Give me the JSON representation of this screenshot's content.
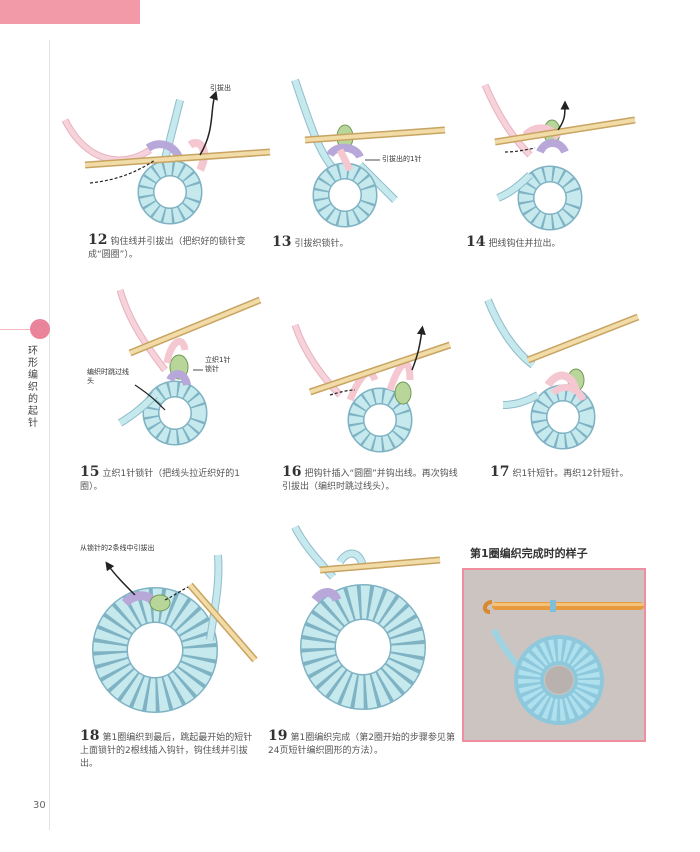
{
  "side_title": "环形编织的起针",
  "page_number": "30",
  "steps": [
    {
      "num": "12",
      "text": "钩住线并引拔出（把织好的锁针变成“圆圈”）。"
    },
    {
      "num": "13",
      "text": "引拔织锁针。"
    },
    {
      "num": "14",
      "text": "把线钩住并拉出。"
    },
    {
      "num": "15",
      "text": "立织1针锁针（把线头拉近织好的1圈）。"
    },
    {
      "num": "16",
      "text": "把钩针插入“圆圈”并钩出线。再次钩线引拔出（编织时跳过线头）。"
    },
    {
      "num": "17",
      "text": "织1针短针。再织12针短针。"
    },
    {
      "num": "18",
      "text": "第1圈编织到最后，跳起最开始的短针上面锁针的2根线插入钩针，钩住线并引拔出。"
    },
    {
      "num": "19",
      "text": "第1圈编织完成（第2圈开始的步骤参见第24页短针编织圆形的方法）。"
    }
  ],
  "labels": {
    "pull_out": "引拔出",
    "pulled_stitch": "引拔出的1针",
    "yarn_tail": "编织时跳过线头",
    "chain_stitch": "立织1针锁针",
    "from_stitch": "从锁针的2条线中引拔出"
  },
  "photo_title": "第1圈编织完成时的样子",
  "colors": {
    "accent_pink": "#f29aa8",
    "yarn_blue": "#bfe6ec",
    "yarn_pink": "#f4c7d1",
    "yarn_purple": "#b8a7d9",
    "yarn_green": "#b9d69a",
    "hook_gold": "#e7c98c"
  }
}
